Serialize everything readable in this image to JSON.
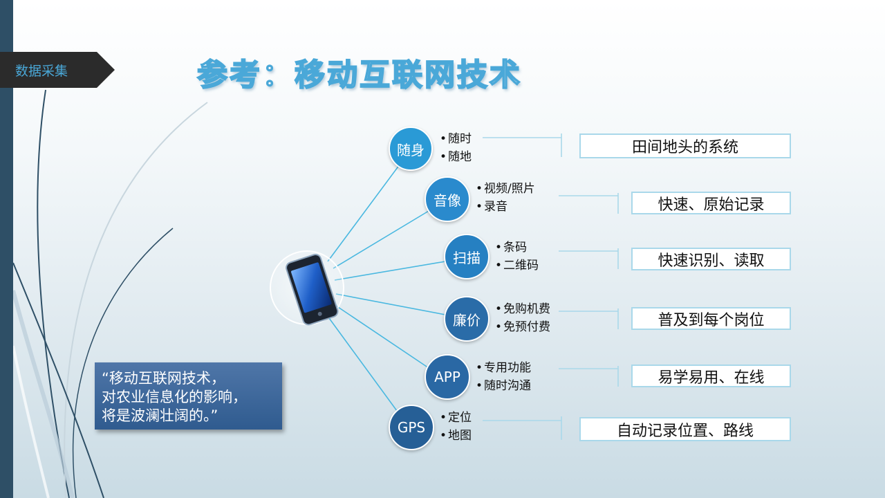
{
  "section_tag": "数据采集",
  "title": "参考：移动互联网技术",
  "quote": {
    "line1": "“移动互联网技术，",
    "line2": "对农业信息化的影响，",
    "line3": "将是波澜壮阔的。”"
  },
  "colors": {
    "node_light": "#2a9ad6",
    "node_mid": "#2680c2",
    "node_dark": "#2a6ca8",
    "node_darkest": "#265f96",
    "connector": "#4ab8e0",
    "result_border": "#a9d8ea"
  },
  "branches": [
    {
      "label": "随身",
      "bullets": [
        "随时",
        "随地"
      ],
      "result": "田间地头的系统"
    },
    {
      "label": "音像",
      "bullets": [
        "视频/照片",
        "录音"
      ],
      "result": "快速、原始记录"
    },
    {
      "label": "扫描",
      "bullets": [
        "条码",
        "二维码"
      ],
      "result": "快速识别、读取"
    },
    {
      "label": "廉价",
      "bullets": [
        "免购机费",
        "免预付费"
      ],
      "result": "普及到每个岗位"
    },
    {
      "label": "APP",
      "bullets": [
        "专用功能",
        "随时沟通"
      ],
      "result": "易学易用、在线"
    },
    {
      "label": "GPS",
      "bullets": [
        "定位",
        "地图"
      ],
      "result": "自动记录位置、路线"
    }
  ],
  "icons": {
    "center": "smartphone-icon"
  }
}
